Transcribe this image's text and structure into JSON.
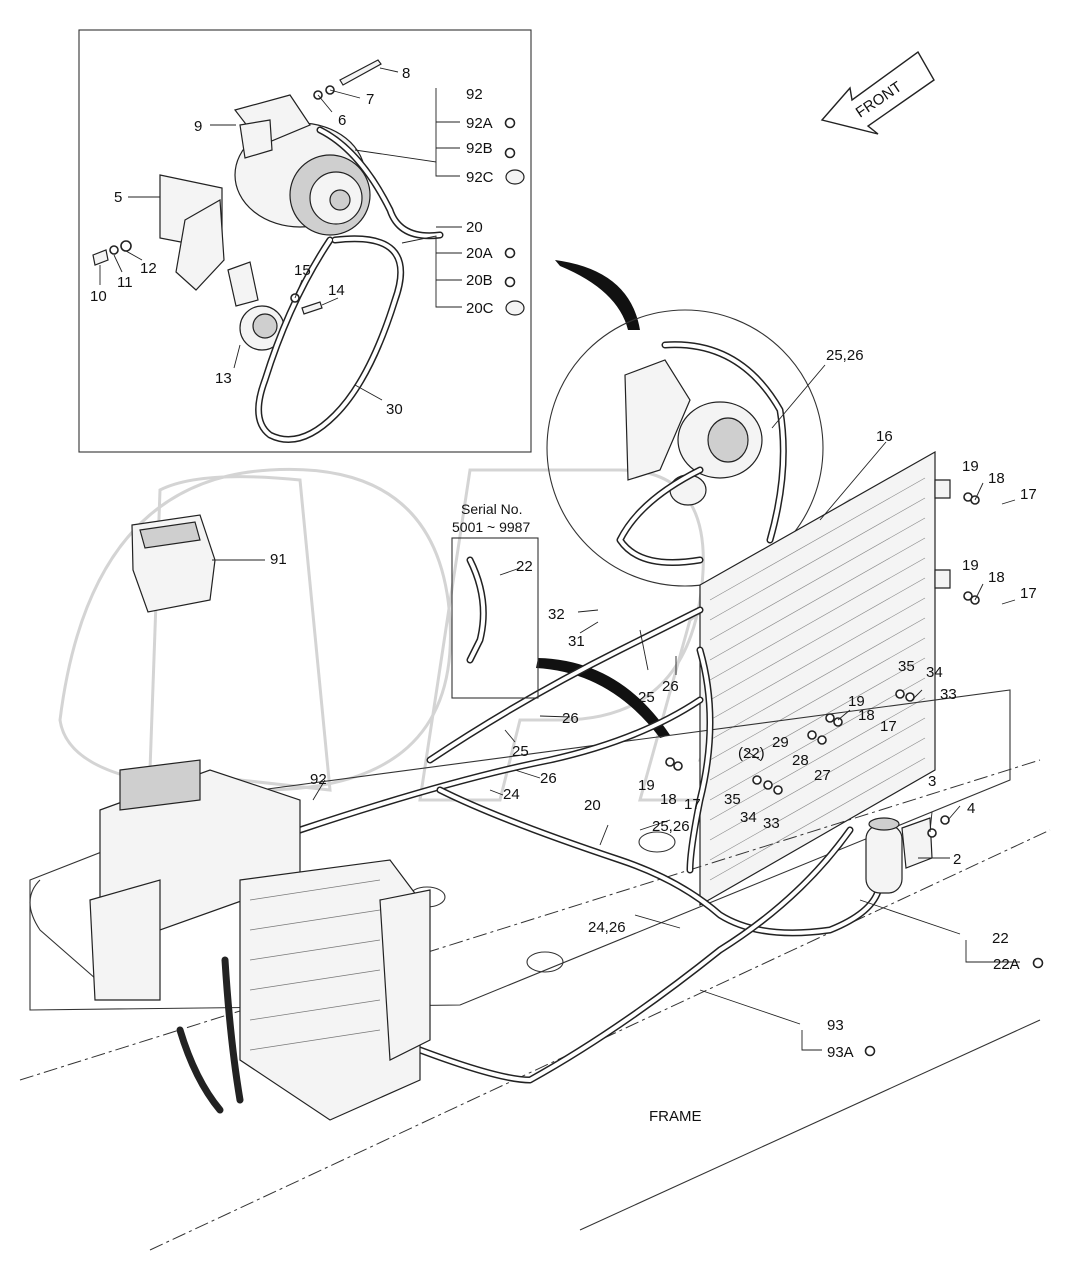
{
  "diagram": {
    "front_label": "FRONT",
    "frame_label": "FRAME",
    "serial_title": "Serial No.",
    "serial_range": "5001 ~ 9987",
    "callouts": {
      "c8": "8",
      "c7": "7",
      "c6": "6",
      "c9": "9",
      "c5": "5",
      "c10": "10",
      "c11": "11",
      "c12": "12",
      "c13": "13",
      "c14": "14",
      "c15": "15",
      "c30": "30",
      "c92": "92",
      "c92a": "92A",
      "c92b": "92B",
      "c92c": "92C",
      "c20": "20",
      "c20a": "20A",
      "c20b": "20B",
      "c20c": "20C",
      "c2526_top": "25,26",
      "c16": "16",
      "c19_a": "19",
      "c18_a": "18",
      "c17_a": "17",
      "c19_b": "19",
      "c18_b": "18",
      "c17_b": "17",
      "c91": "91",
      "c22_top": "22",
      "c32": "32",
      "c31": "31",
      "c25_a": "25",
      "c26_a": "26",
      "c26_b": "26",
      "c25_b": "25",
      "c26_c": "26",
      "c24_a": "24",
      "c92_low": "92",
      "c20_low": "20",
      "c35_a": "35",
      "c34_a": "34",
      "c33_a": "33",
      "c19_c": "19",
      "c18_c": "18",
      "c17_c": "17",
      "c29": "29",
      "c28": "28",
      "c27": "27",
      "c22_paren": "(22)",
      "c19_d": "19",
      "c18_d": "18",
      "c17_d": "17",
      "c35_b": "35",
      "c34_b": "34",
      "c33_b": "33",
      "c2526_low": "25,26",
      "c2426": "24,26",
      "c3": "3",
      "c4": "4",
      "c2": "2",
      "c22_low": "22",
      "c22a": "22A",
      "c93": "93",
      "c93a": "93A"
    }
  }
}
